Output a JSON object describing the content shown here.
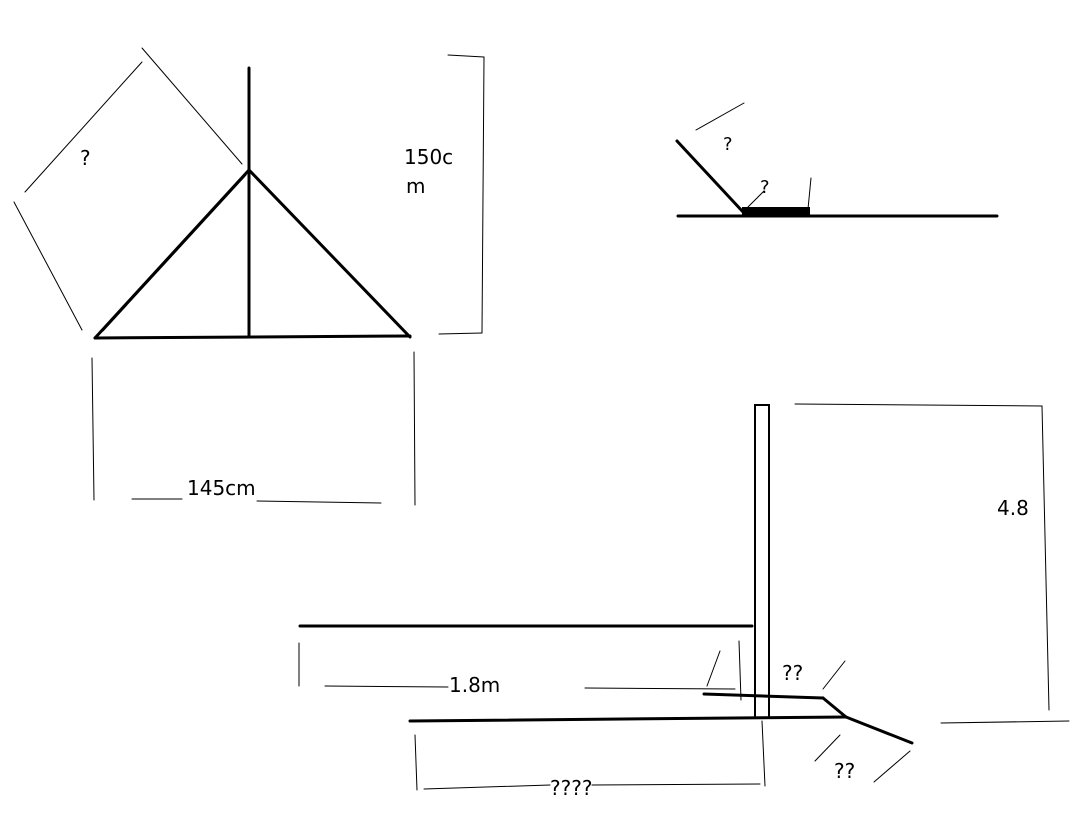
{
  "labels": {
    "triangle_height": "150c",
    "triangle_height_cont": "m",
    "triangle_width": "145cm",
    "triangle_side": "?",
    "small_angle_length": "?",
    "small_angle_gap": "?",
    "post_height": "4.8",
    "bar_length": "1.8m",
    "ground_length": "????",
    "ramp_upper": "??",
    "ramp_lower": "??"
  },
  "colors": {
    "ink": "#000000",
    "paper": "#ffffff"
  }
}
